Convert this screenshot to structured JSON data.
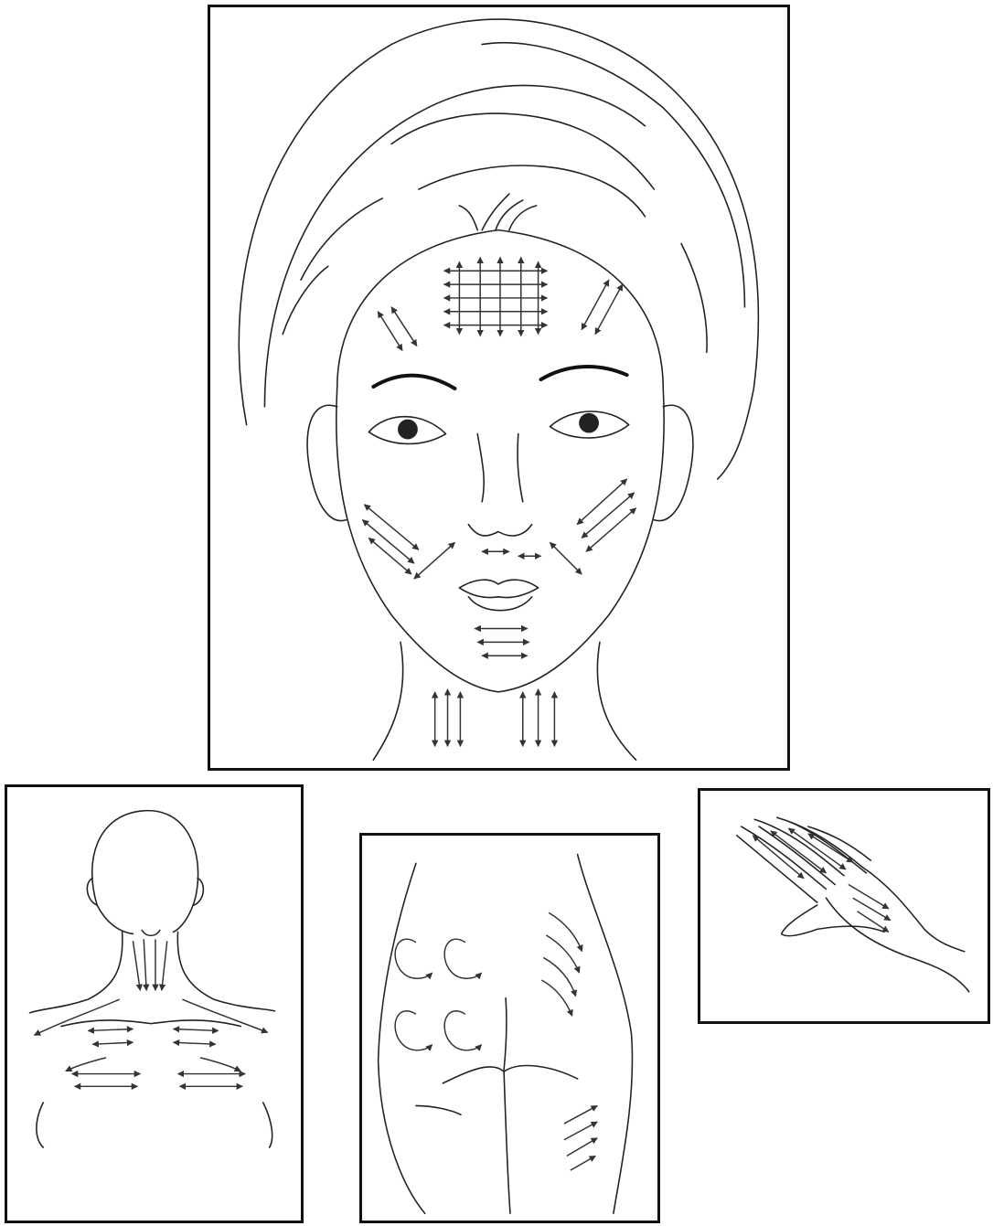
{
  "panels": [
    {
      "id": "face",
      "subject": "face-massage-directions"
    },
    {
      "id": "back",
      "subject": "neck-shoulder-massage-directions"
    },
    {
      "id": "glute",
      "subject": "buttock-thigh-massage-directions"
    },
    {
      "id": "hand",
      "subject": "hand-finger-massage-directions"
    }
  ],
  "colors": {
    "line": "#222222",
    "frame": "#111111",
    "background": "#ffffff"
  }
}
